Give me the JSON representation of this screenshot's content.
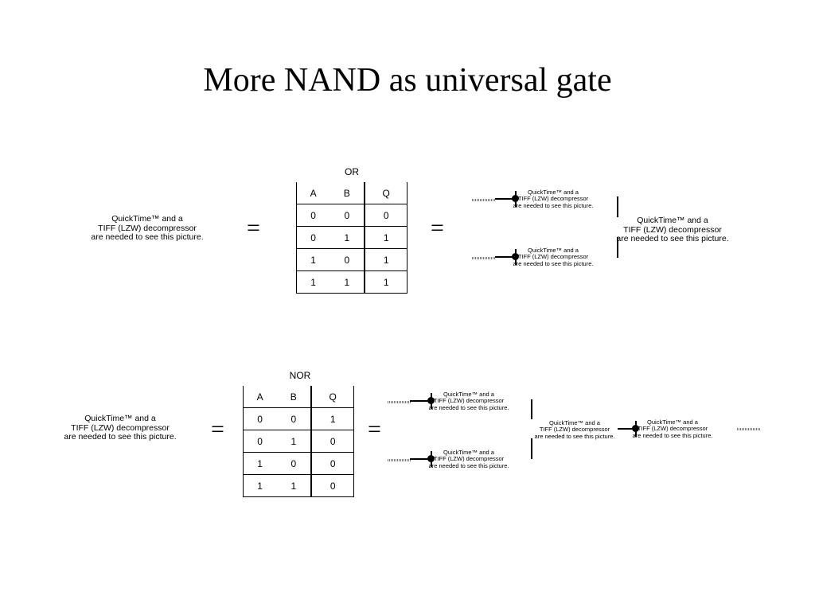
{
  "slide": {
    "title": "More NAND as universal gate"
  },
  "placeholder": {
    "line1": "QuickTime™ and a",
    "line2": "TIFF (LZW) decompressor",
    "line3": "are needed to see this picture."
  },
  "symbols": {
    "equals": "="
  },
  "or_table": {
    "caption": "OR",
    "headers": [
      "A",
      "B",
      "Q"
    ],
    "rows": [
      [
        "0",
        "0",
        "0"
      ],
      [
        "0",
        "1",
        "1"
      ],
      [
        "1",
        "0",
        "1"
      ],
      [
        "1",
        "1",
        "1"
      ]
    ]
  },
  "nor_table": {
    "caption": "NOR",
    "headers": [
      "A",
      "B",
      "Q"
    ],
    "rows": [
      [
        "0",
        "0",
        "1"
      ],
      [
        "0",
        "1",
        "0"
      ],
      [
        "1",
        "0",
        "0"
      ],
      [
        "1",
        "1",
        "0"
      ]
    ]
  }
}
